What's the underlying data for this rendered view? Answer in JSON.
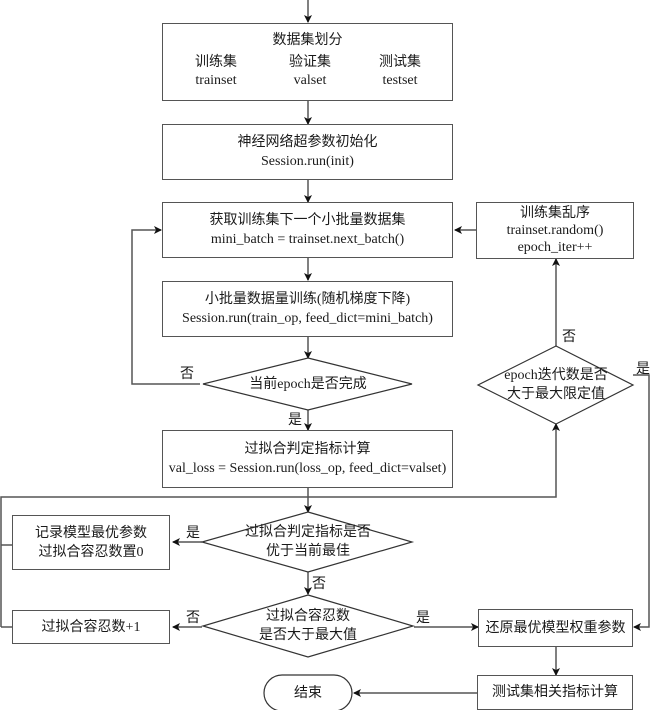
{
  "diagram": {
    "type": "flowchart",
    "nodes": {
      "split": {
        "title": "数据集划分"
      },
      "trainset": {
        "line1": "训练集",
        "line2": "trainset"
      },
      "valset": {
        "line1": "验证集",
        "line2": "valset"
      },
      "testset": {
        "line1": "测试集",
        "line2": "testset"
      },
      "init": {
        "line1": "神经网络超参数初始化",
        "line2": "Session.run(init)"
      },
      "next_batch": {
        "line1": "获取训练集下一个小批量数据集",
        "line2": "mini_batch = trainset.next_batch()"
      },
      "shuffle": {
        "line1": "训练集乱序",
        "line2": "trainset.random()",
        "line3": "epoch_iter++"
      },
      "train": {
        "line1": "小批量数据量训练(随机梯度下降)",
        "line2": "Session.run(train_op, feed_dict=mini_batch)"
      },
      "epoch_done": {
        "line1": "当前epoch是否完成"
      },
      "epoch_max": {
        "line1": "epoch迭代数是否",
        "line2": "大于最大限定值"
      },
      "val_loss": {
        "line1": "过拟合判定指标计算",
        "line2": "val_loss = Session.run(loss_op, feed_dict=valset)"
      },
      "better": {
        "line1": "过拟合判定指标是否",
        "line2": "优于当前最佳"
      },
      "record": {
        "line1": "记录模型最优参数",
        "line2": "过拟合容忍数置0"
      },
      "patience_check": {
        "line1": "过拟合容忍数",
        "line2": "是否大于最大值"
      },
      "patience_inc": {
        "line1": "过拟合容忍数+1"
      },
      "restore": {
        "line1": "还原最优模型权重参数"
      },
      "test_metrics": {
        "line1": "测试集相关指标计算"
      },
      "end": {
        "line1": "结束"
      }
    },
    "edge_labels": {
      "epoch_done_no": "否",
      "epoch_done_yes": "是",
      "epoch_max_no": "否",
      "epoch_max_yes": "是",
      "better_yes": "是",
      "better_no": "否",
      "patience_no": "否",
      "patience_yes": "是"
    }
  }
}
